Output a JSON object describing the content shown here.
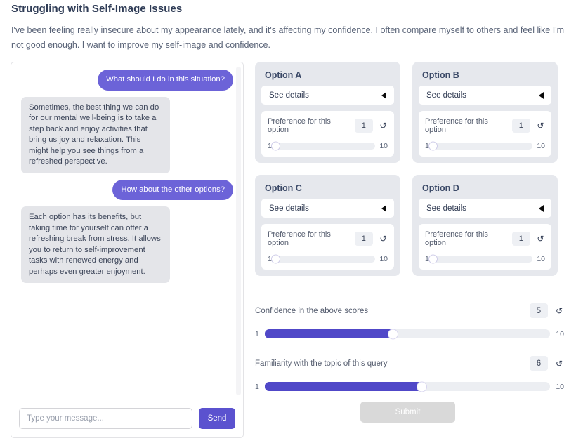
{
  "header": {
    "title": "Struggling with Self-Image Issues",
    "description": "I've been feeling really insecure about my appearance lately, and it's affecting my confidence. I often compare myself to others and feel like I'm not good enough. I want to improve my self-image and confidence."
  },
  "chat": {
    "messages": [
      {
        "sender": "user",
        "text": "What should I do in this situation?"
      },
      {
        "sender": "bot",
        "text": "Sometimes, the best thing we can do for our mental well-being is to take a step back and enjoy activities that bring us joy and relaxation. This might help you see things from a refreshed perspective."
      },
      {
        "sender": "user",
        "text": "How about the other options?"
      },
      {
        "sender": "bot",
        "text": "Each option has its benefits, but taking time for yourself can offer a refreshing break from stress. It allows you to return to self-improvement tasks with renewed energy and perhaps even greater enjoyment."
      }
    ],
    "input_placeholder": "Type your message...",
    "input_value": "",
    "send_label": "Send"
  },
  "options": [
    {
      "title": "Option A",
      "details_label": "See details",
      "details_icon": "triangle-left-icon",
      "pref_label": "Preference for this option",
      "pref_value": "1",
      "reset_icon": "↺",
      "slider_min": "1",
      "slider_max": "10",
      "slider_percent": 0
    },
    {
      "title": "Option B",
      "details_label": "See details",
      "details_icon": "triangle-left-icon",
      "pref_label": "Preference for this option",
      "pref_value": "1",
      "reset_icon": "↺",
      "slider_min": "1",
      "slider_max": "10",
      "slider_percent": 0
    },
    {
      "title": "Option C",
      "details_label": "See details",
      "details_icon": "triangle-left-icon",
      "pref_label": "Preference for this option",
      "pref_value": "1",
      "reset_icon": "↺",
      "slider_min": "1",
      "slider_max": "10",
      "slider_percent": 0
    },
    {
      "title": "Option D",
      "details_label": "See details",
      "details_icon": "triangle-left-icon",
      "pref_label": "Preference for this option",
      "pref_value": "1",
      "reset_icon": "↺",
      "slider_min": "1",
      "slider_max": "10",
      "slider_percent": 0
    }
  ],
  "meta_sliders": [
    {
      "label": "Confidence in the above scores",
      "value": "5",
      "reset_icon": "↺",
      "min": "1",
      "max": "10",
      "percent": 45
    },
    {
      "label": "Familiarity with the topic of this query",
      "value": "6",
      "reset_icon": "↺",
      "min": "1",
      "max": "10",
      "percent": 55
    }
  ],
  "submit": {
    "label": "Submit",
    "disabled": true
  },
  "colors": {
    "accent_purple": "#6c63d8",
    "slider_fill": "#5048c8",
    "send_button": "#5b52cf",
    "card_bg": "#e6e8ed",
    "bot_bubble": "#e4e5e9",
    "title_text": "#2f3c56",
    "submit_disabled": "#d9d9d9"
  }
}
